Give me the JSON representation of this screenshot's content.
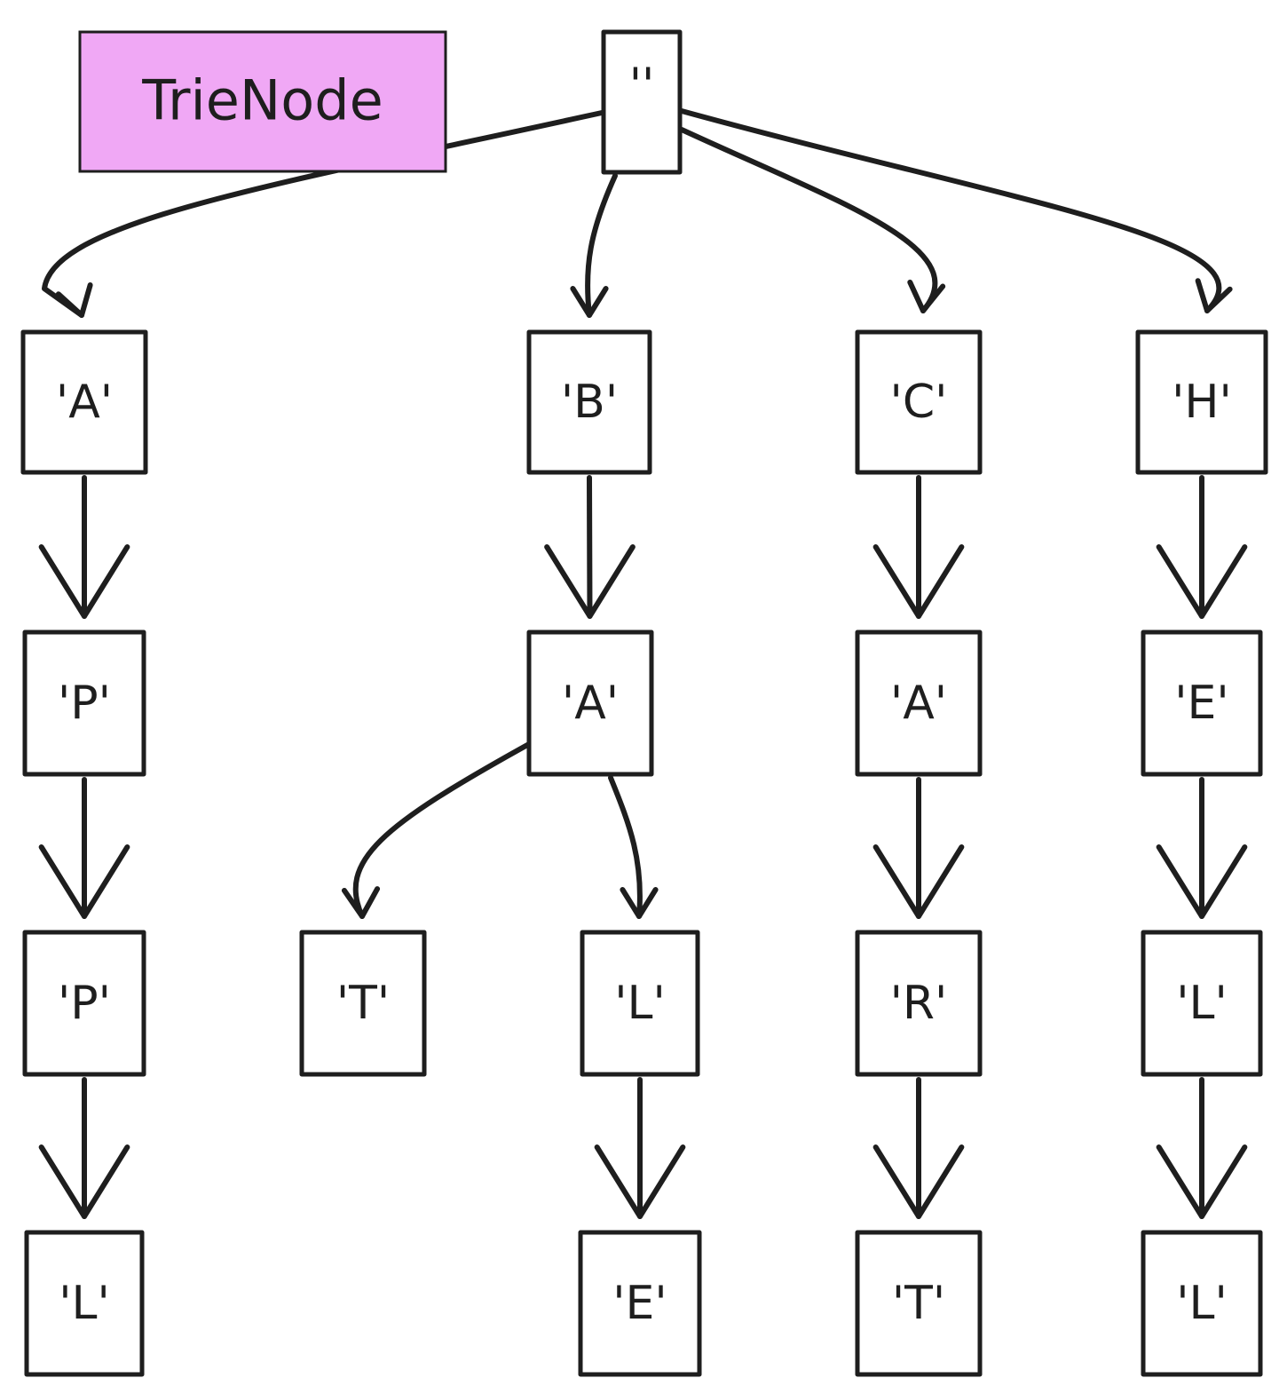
{
  "legend": {
    "label": "TrieNode",
    "color": "#f0a8f5"
  },
  "colors": {
    "stroke": "#1e1e1e",
    "node_fill": "#ffffff"
  },
  "nodes": [
    {
      "id": "root",
      "label": "''"
    },
    {
      "id": "a1",
      "label": "'A'"
    },
    {
      "id": "b1",
      "label": "'B'"
    },
    {
      "id": "c1",
      "label": "'C'"
    },
    {
      "id": "h1",
      "label": "'H'"
    },
    {
      "id": "p1",
      "label": "'P'"
    },
    {
      "id": "a2",
      "label": "'A'"
    },
    {
      "id": "a3",
      "label": "'A'"
    },
    {
      "id": "e1",
      "label": "'E'"
    },
    {
      "id": "p2",
      "label": "'P'"
    },
    {
      "id": "t1",
      "label": "'T'"
    },
    {
      "id": "l1",
      "label": "'L'"
    },
    {
      "id": "r1",
      "label": "'R'"
    },
    {
      "id": "l2",
      "label": "'L'"
    },
    {
      "id": "l3",
      "label": "'L'"
    },
    {
      "id": "e2",
      "label": "'E'"
    },
    {
      "id": "t2",
      "label": "'T'"
    },
    {
      "id": "l4",
      "label": "'L'"
    }
  ],
  "edges": [
    {
      "from": "root",
      "to": "a1"
    },
    {
      "from": "root",
      "to": "b1"
    },
    {
      "from": "root",
      "to": "c1"
    },
    {
      "from": "root",
      "to": "h1"
    },
    {
      "from": "a1",
      "to": "p1"
    },
    {
      "from": "p1",
      "to": "p2"
    },
    {
      "from": "p2",
      "to": "l3"
    },
    {
      "from": "b1",
      "to": "a2"
    },
    {
      "from": "a2",
      "to": "t1"
    },
    {
      "from": "a2",
      "to": "l1"
    },
    {
      "from": "l1",
      "to": "e2"
    },
    {
      "from": "c1",
      "to": "a3"
    },
    {
      "from": "a3",
      "to": "r1"
    },
    {
      "from": "r1",
      "to": "t2"
    },
    {
      "from": "h1",
      "to": "e1"
    },
    {
      "from": "e1",
      "to": "l2"
    },
    {
      "from": "l2",
      "to": "l4"
    }
  ]
}
